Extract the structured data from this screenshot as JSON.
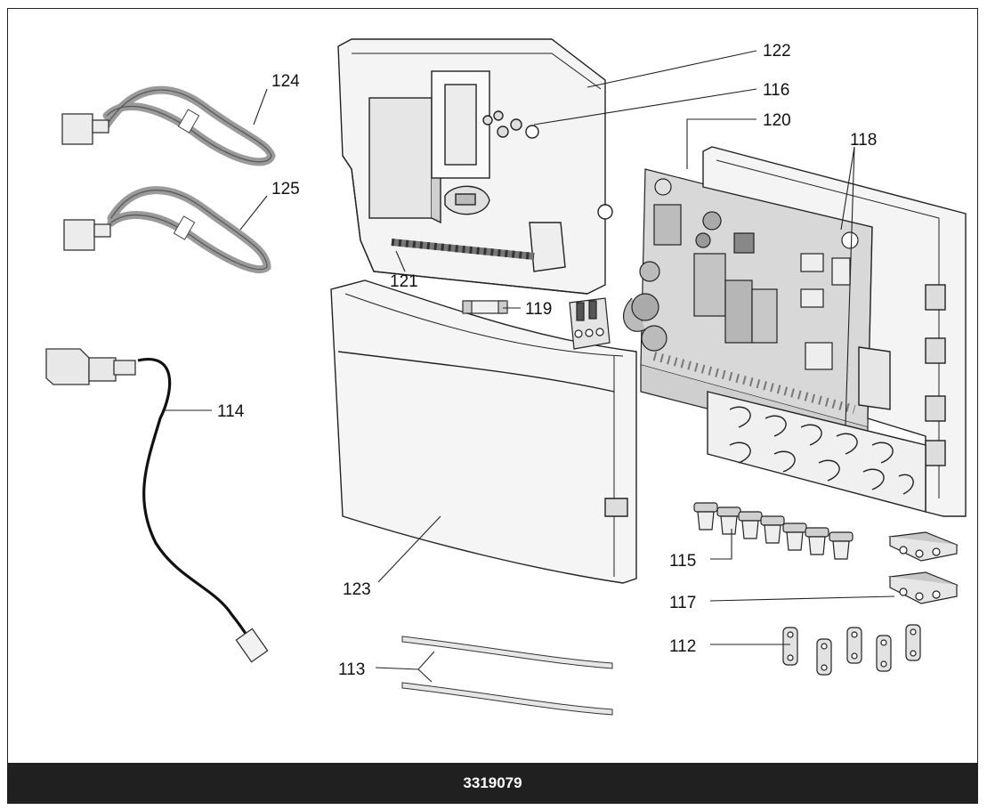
{
  "callouts": {
    "c112": "112",
    "c113": "113",
    "c114": "114",
    "c115": "115",
    "c116": "116",
    "c117": "117",
    "c118": "118",
    "c119": "119",
    "c120": "120",
    "c121": "121",
    "c122": "122",
    "c123": "123",
    "c124": "124",
    "c125": "125"
  },
  "footer": {
    "code": "3319079"
  },
  "colors": {
    "line": "#222222",
    "fill": "#f2f2f2",
    "shade": "#bdbdbd",
    "board": "#cfcfcf",
    "footer_bg": "#202020"
  }
}
